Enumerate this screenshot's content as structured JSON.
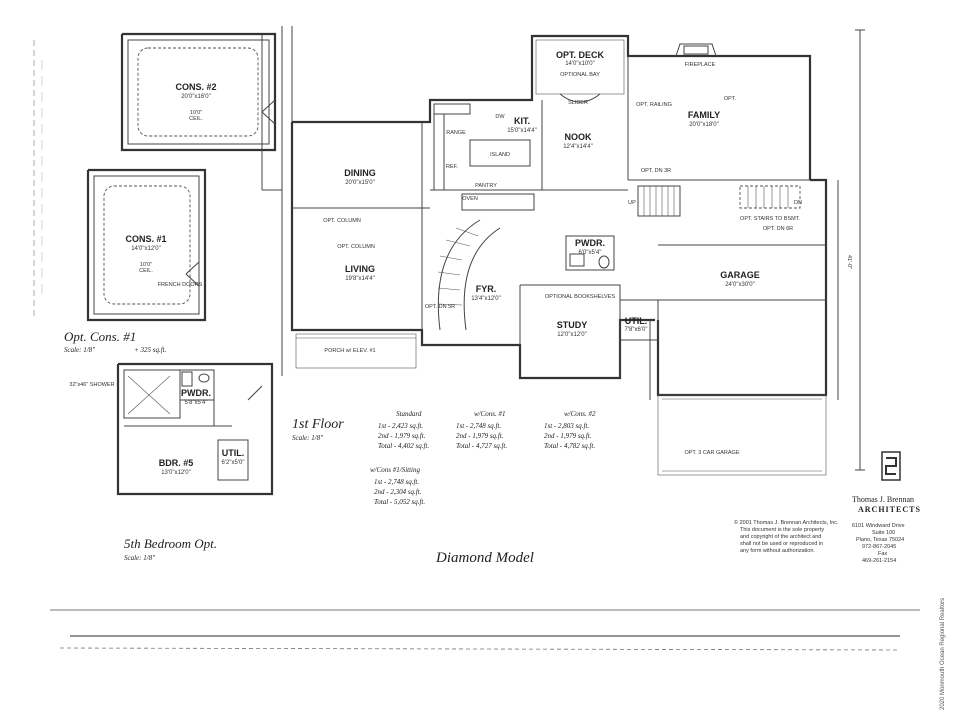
{
  "title": "Diamond Model",
  "floor": {
    "label": "1st Floor",
    "scale": "Scale: 1/8\""
  },
  "rooms": {
    "cons2": {
      "name": "CONS. #2",
      "dim": "20'0\"x16'0\"",
      "note": "10'0\"",
      "note2": "CEIL."
    },
    "cons1": {
      "name": "CONS. #1",
      "dim": "14'0\"x12'0\"",
      "note": "10'0\"",
      "note2": "CEIL."
    },
    "french": "FRENCH DOORS",
    "dining": {
      "name": "DINING",
      "dim": "20'0\"x15'0\""
    },
    "living": {
      "name": "LIVING",
      "dim": "19'8\"x14'4\""
    },
    "kit": {
      "name": "KIT.",
      "dim": "15'0\"x14'4\""
    },
    "nook": {
      "name": "NOOK",
      "dim": "12'4\"x14'4\""
    },
    "family": {
      "name": "FAMILY",
      "dim": "20'0\"x18'0\""
    },
    "deck": {
      "name": "OPT. DECK",
      "dim": "14'0\"x10'0\""
    },
    "bay": "OPTIONAL BAY",
    "fireplace": "FIREPLACE",
    "foyer": {
      "name": "FYR.",
      "dim": "13'4\"x12'0\""
    },
    "pwdr": {
      "name": "PWDR.",
      "dim": "6'0\"x5'4\""
    },
    "study": {
      "name": "STUDY",
      "dim": "12'0\"x12'0\""
    },
    "util": {
      "name": "UTIL.",
      "dim": "7'8\"x6'0\""
    },
    "garage": {
      "name": "GARAGE",
      "dim": "24'0\"x30'0\""
    },
    "garage3": "OPT. 3 CAR GARAGE",
    "porch": "PORCH w/ ELEV. #1",
    "bookshelves": "OPTIONAL BOOKSHELVES",
    "stairs": "OPT. STAIRS TO BSMT.",
    "island": "ISLAND",
    "range": "RANGE",
    "ref": "REF.",
    "pantry": "PANTRY",
    "oven": "OVEN",
    "slider": "SLIDER",
    "dw": "DW",
    "railing": "OPT. RAILING",
    "column": "OPT. COLUMN",
    "col2": "OPT. COLUMN",
    "optdn": "OPT. DN 3R",
    "optdn2": "OPT. DN 5R",
    "optdn3": "OPT. DN 6R",
    "opt": "OPT.",
    "dn": "DN",
    "up": "UP",
    "dim41": "41'-0\""
  },
  "options": {
    "cons1_title": "Opt. Cons. #1",
    "cons1_scale": "Scale: 1/8\"",
    "cons1_area": "+ 325 sq.ft.",
    "bed5_title": "5th Bedroom Opt.",
    "bed5_scale": "Scale: 1/8\"",
    "bdr5": {
      "name": "BDR. #5",
      "dim": "13'0\"x12'0\""
    },
    "pwdr2": {
      "name": "PWDR.",
      "dim": "5'8\"x5'4\""
    },
    "util2": {
      "name": "UTIL.",
      "dim": "6'2\"x5'0\""
    },
    "shower": "32\"x46\" SHOWER"
  },
  "areas": {
    "standard": {
      "title": "Standard",
      "l1": "1st - 2,423 sq.ft.",
      "l2": "2nd - 1,979 sq.ft.",
      "l3": "Total - 4,402 sq.ft."
    },
    "cons1": {
      "title": "w/Cons. #1",
      "l1": "1st - 2,748 sq.ft.",
      "l2": "2nd - 1,979 sq.ft.",
      "l3": "Total - 4,727 sq.ft."
    },
    "cons2": {
      "title": "w/Cons. #2",
      "l1": "1st - 2,803 sq.ft.",
      "l2": "2nd - 1,979 sq.ft.",
      "l3": "Total - 4,782 sq.ft."
    },
    "sitting": {
      "title": "w/Cons #1/Sitting",
      "l1": "1st - 2,748 sq.ft.",
      "l2": "2nd - 2,304 sq.ft.",
      "l3": "Total - 5,052 sq.ft."
    }
  },
  "firm": {
    "name": "Thomas J. Brennan",
    "name2": "ARCHITECTS",
    "addr1": "6101 Windward Drive",
    "addr2": "Suite 100",
    "addr3": "Plano, Texas 75024",
    "phone": "972-867-2045",
    "fax_label": "Fax",
    "fax": "469-261-2154",
    "copyright1": "© 2001 Thomas J. Brennan Architects, Inc.",
    "copyright2": "This document is the sole property",
    "copyright3": "and copyright of the architect and",
    "copyright4": "shall not be used or reproduced in",
    "copyright5": "any form without authorization."
  },
  "watermark": "2020 Monmouth Ocean Regional Realtors"
}
